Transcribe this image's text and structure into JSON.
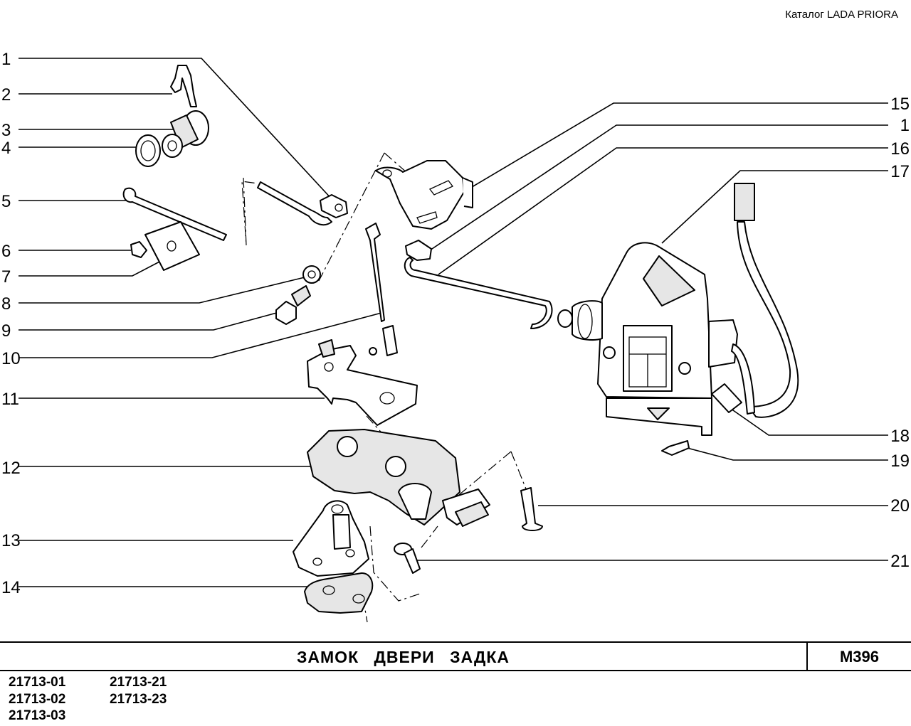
{
  "header": {
    "catalog_label": "Каталог  LADA  PRIORA"
  },
  "callouts": {
    "left": [
      "1",
      "2",
      "3",
      "4",
      "5",
      "6",
      "7",
      "8",
      "9",
      "10",
      "11",
      "12",
      "13",
      "14"
    ],
    "right": [
      "15",
      "1",
      "16",
      "17",
      "18",
      "19",
      "20",
      "21"
    ]
  },
  "footer": {
    "title": "ЗАМОК ДВЕРИ ЗАДКА",
    "code": "М396",
    "models": [
      "21713-01",
      "21713-21",
      "21713-02",
      "21713-23",
      "21713-03"
    ]
  }
}
